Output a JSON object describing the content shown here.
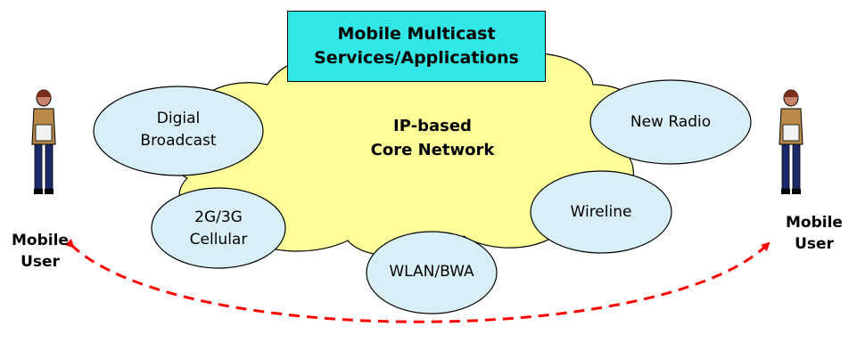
{
  "title": {
    "line1": "Mobile Multicast",
    "line2": "Services/Applications"
  },
  "core": {
    "line1": "IP-based",
    "line2": "Core Network"
  },
  "access_networks": {
    "digital_broadcast": {
      "line1": "Digial",
      "line2": "Broadcast"
    },
    "cellular": {
      "line1": "2G/3G",
      "line2": "Cellular"
    },
    "wlan": {
      "line1": "WLAN/BWA"
    },
    "wireline": {
      "line1": "Wireline"
    },
    "new_radio": {
      "line1": "New Radio"
    }
  },
  "users": {
    "left": {
      "line1": "Mobile",
      "line2": "User"
    },
    "right": {
      "line1": "Mobile",
      "line2": "User"
    }
  },
  "colors": {
    "title_box": "#33e6e6",
    "cloud": "#ffff99",
    "ellipse": "#d9eff7",
    "arrow": "#ff0000"
  },
  "icons": [
    "person-icon",
    "person-icon",
    "dashed-arc-arrow-icon"
  ]
}
